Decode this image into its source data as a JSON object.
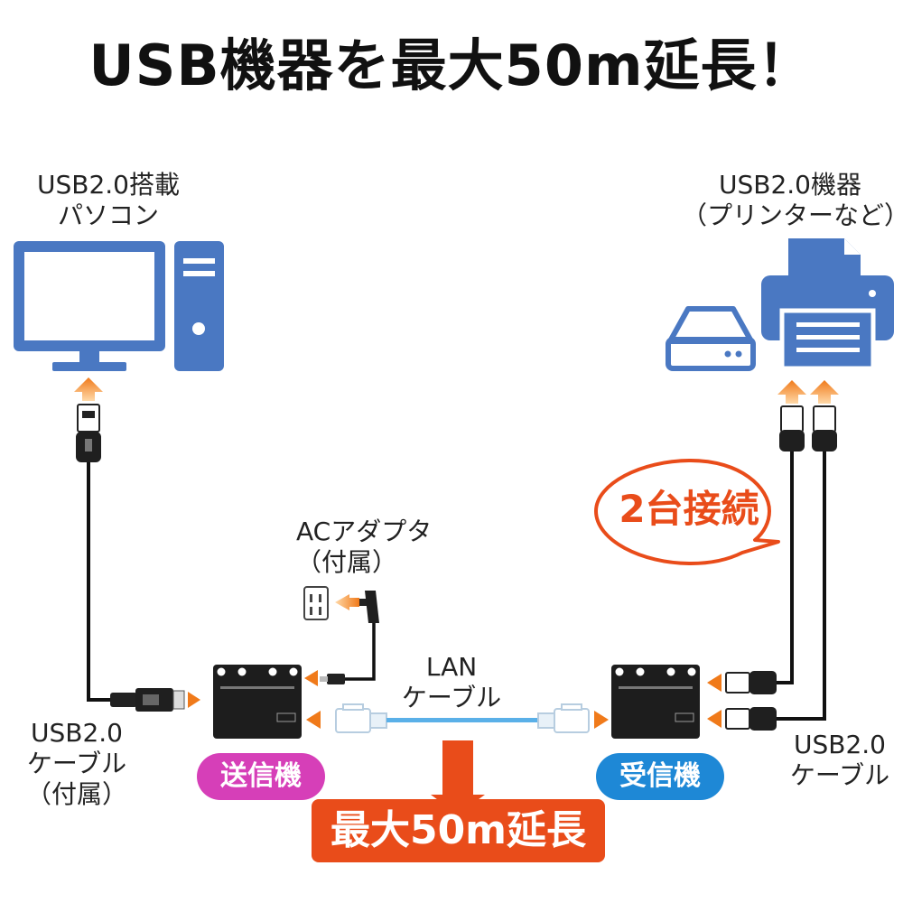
{
  "title": "USB機器を最大50m延長！",
  "labels": {
    "pc_line1": "USB2.0搭載",
    "pc_line2": "パソコン",
    "device_line1": "USB2.0機器",
    "device_line2": "（プリンターなど）",
    "ac_line1": "ACアダプタ",
    "ac_line2": "（付属）",
    "lan_line1": "LAN",
    "lan_line2": "ケーブル",
    "usb_left_line1": "USB2.0",
    "usb_left_line2": "ケーブル",
    "usb_left_line3": "（付属）",
    "usb_right_line1": "USB2.0",
    "usb_right_line2": "ケーブル"
  },
  "callout": "2台接続",
  "transmitter": "送信機",
  "receiver": "受信機",
  "extension_badge": "最大50m延長",
  "colors": {
    "icon_blue": "#4a78c2",
    "arrow_orange": "#f08a24",
    "lan_blue": "#5ab0e8",
    "tx_magenta": "#d63fb8",
    "rx_blue": "#1e88d6",
    "badge_red": "#e94c1a"
  }
}
